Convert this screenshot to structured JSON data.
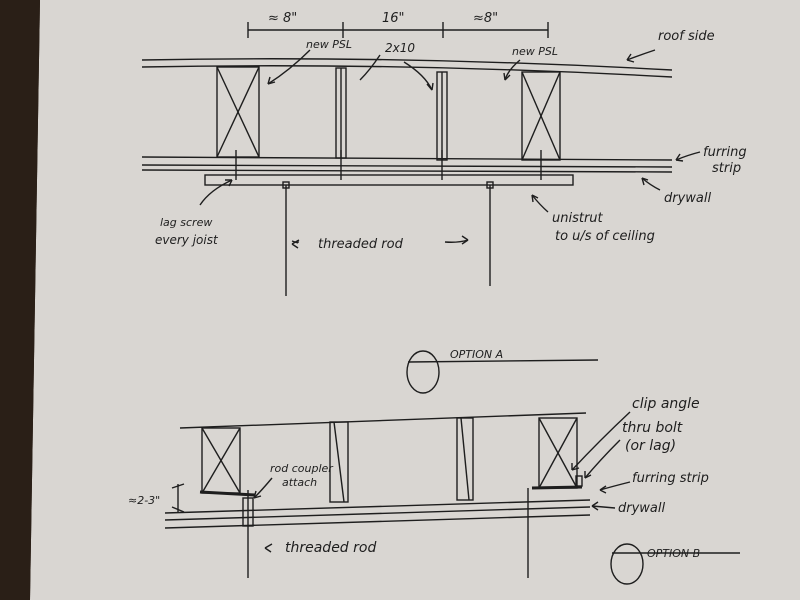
{
  "option_a": {
    "dim_left": "≈ 8\"",
    "dim_mid": "16\"",
    "dim_right": "≈8\"",
    "new_psl_left": "new PSL",
    "new_psl_right": "new PSL",
    "joist_label": "2x10",
    "roof_side": "roof side",
    "furring_strip_1": "furring",
    "furring_strip_2": "strip",
    "drywall": "drywall",
    "lag_screw_1": "lag screw",
    "lag_screw_2": "every joist",
    "threaded_rod": "threaded rod",
    "unistrut_1": "unistrut",
    "unistrut_2": "to u/s of ceiling",
    "title": "OPTION A"
  },
  "option_b": {
    "gap": "≈2-3\"",
    "rod_coupler_1": "rod coupler",
    "rod_coupler_2": "attach",
    "clip_angle": "clip angle",
    "thru_bolt_1": "thru bolt",
    "thru_bolt_2": "(or lag)",
    "furring_strip": "furring strip",
    "drywall": "drywall",
    "threaded_rod": "threaded rod",
    "title": "OPTION B"
  },
  "colors": {
    "paper": "#d9d6d2",
    "ink": "#1e1e1e"
  }
}
